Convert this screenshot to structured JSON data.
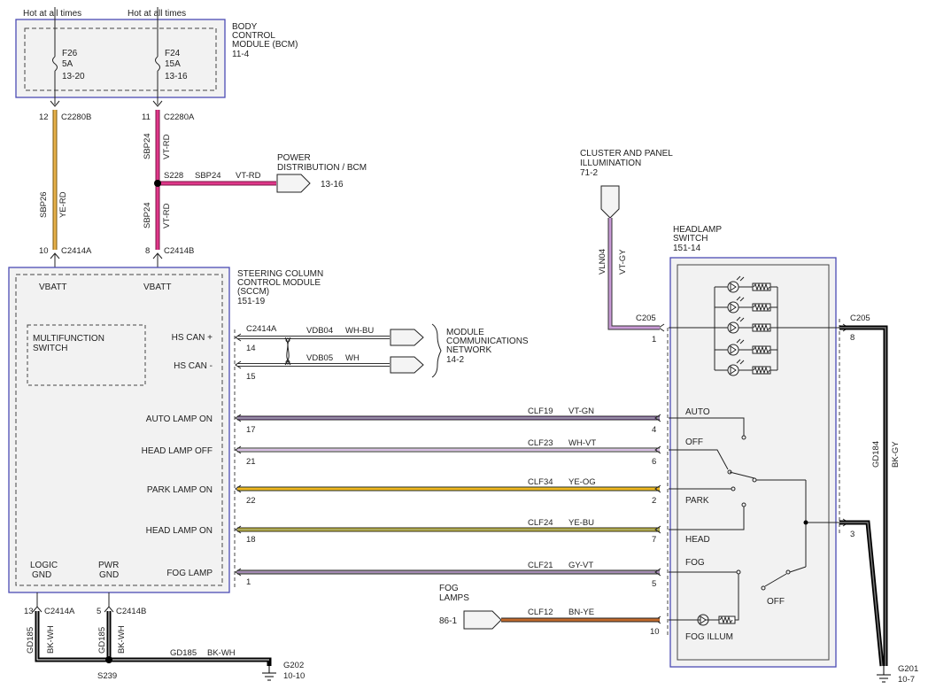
{
  "hot": {
    "left": "Hot at all times",
    "right": "Hot at all times"
  },
  "bcm": {
    "title": [
      "BODY",
      "CONTROL",
      "MODULE (BCM)",
      "11-4"
    ],
    "fuse_left": [
      "F26",
      "5A",
      "13-20"
    ],
    "fuse_right": [
      "F24",
      "15A",
      "13-16"
    ]
  },
  "upper_pins": {
    "left_num": "12",
    "left_conn": "C2280B",
    "right_num": "11",
    "right_conn": "C2280A"
  },
  "wires_upper": {
    "left_circuit": "SBP26",
    "left_color": "YE-RD",
    "right_circuit_a": "SBP24",
    "right_color_a": "VT-RD",
    "right_circuit_b": "SBP24",
    "right_color_b": "VT-RD"
  },
  "splice": {
    "name": "S228",
    "circuit": "SBP24",
    "color": "VT-RD"
  },
  "power_dist": {
    "lines": [
      "POWER",
      "DISTRIBUTION / BCM"
    ],
    "ref": "13-16"
  },
  "lower_pins": {
    "left_num": "10",
    "left_conn": "C2414A",
    "right_num": "8",
    "right_conn": "C2414B"
  },
  "sccm": {
    "title": [
      "STEERING COLUMN",
      "CONTROL MODULE",
      "(SCCM)",
      "151-19"
    ],
    "vbatt_left": "VBATT",
    "vbatt_right": "VBATT",
    "mfs": [
      "MULTIFUNCTION",
      "SWITCH"
    ],
    "signals": [
      "HS CAN +",
      "HS CAN -",
      "AUTO LAMP ON",
      "HEAD LAMP OFF",
      "PARK LAMP ON",
      "HEAD LAMP ON",
      "FOG LAMP"
    ],
    "logic_gnd": [
      "LOGIC",
      "GND"
    ],
    "pwr_gnd": [
      "PWR",
      "GND"
    ]
  },
  "can": {
    "conn": "C2414A",
    "pin_hi": "14",
    "pin_lo": "15",
    "hi_circuit": "VDB04",
    "hi_color": "WH-BU",
    "lo_circuit": "VDB05",
    "lo_color": "WH",
    "network": [
      "MODULE",
      "COMMUNICATIONS",
      "NETWORK",
      "14-2"
    ]
  },
  "sccm_pins": [
    "17",
    "21",
    "22",
    "18",
    "1"
  ],
  "switch_pins": [
    "4",
    "6",
    "2",
    "7",
    "5"
  ],
  "circuits": [
    {
      "name": "CLF19",
      "color": "VT-GN",
      "stroke": "#9a6ab8"
    },
    {
      "name": "CLF23",
      "color": "WH-VT",
      "stroke": "#cdb6d9"
    },
    {
      "name": "CLF34",
      "color": "YE-OG",
      "stroke": "#e8c21a"
    },
    {
      "name": "CLF24",
      "color": "YE-BU",
      "stroke": "#dcc52a"
    },
    {
      "name": "CLF21",
      "color": "GY-VT",
      "stroke": "#a07cb2"
    }
  ],
  "cluster": {
    "lines": [
      "CLUSTER AND PANEL",
      "ILLUMINATION"
    ],
    "ref": "71-2",
    "circuit": "VLN04",
    "color": "VT-GY"
  },
  "headlamp_switch": {
    "title": [
      "HEADLAMP",
      "SWITCH",
      "151-14"
    ],
    "conn": "C205",
    "pin_in": "1",
    "positions": [
      "AUTO",
      "OFF",
      "PARK",
      "HEAD",
      "FOG",
      "OFF"
    ],
    "fog_illum": "FOG ILLUM"
  },
  "right_conn": {
    "name": "C205",
    "pin_top": "8",
    "pin_bot": "3"
  },
  "gd184": {
    "circuit": "GD184",
    "color": "BK-GY",
    "ground": "G201",
    "ref": "10-7"
  },
  "fog_lamps": {
    "lines": [
      "FOG",
      "LAMPS"
    ],
    "ref": "86-1",
    "circuit": "CLF12",
    "color": "BN-YE",
    "pin": "10"
  },
  "gnd_wires": {
    "left_num": "13",
    "left_conn": "C2414A",
    "right_num": "5",
    "right_conn": "C2414B",
    "left_circuit": "GD185",
    "left_color": "BK-WH",
    "right_circuit": "GD185",
    "right_color": "BK-WH",
    "splice": "S239",
    "run_circuit": "GD185",
    "run_color": "BK-WH",
    "ground": "G202",
    "ref": "10-10"
  },
  "colors": {
    "box_border": "#4b4bb4",
    "vt_rd": "#d9357f",
    "ye_rd": "#d9a441",
    "vt_gy": "#b98cc8",
    "bn_ye": "#b5632a",
    "bk": "#000000"
  }
}
